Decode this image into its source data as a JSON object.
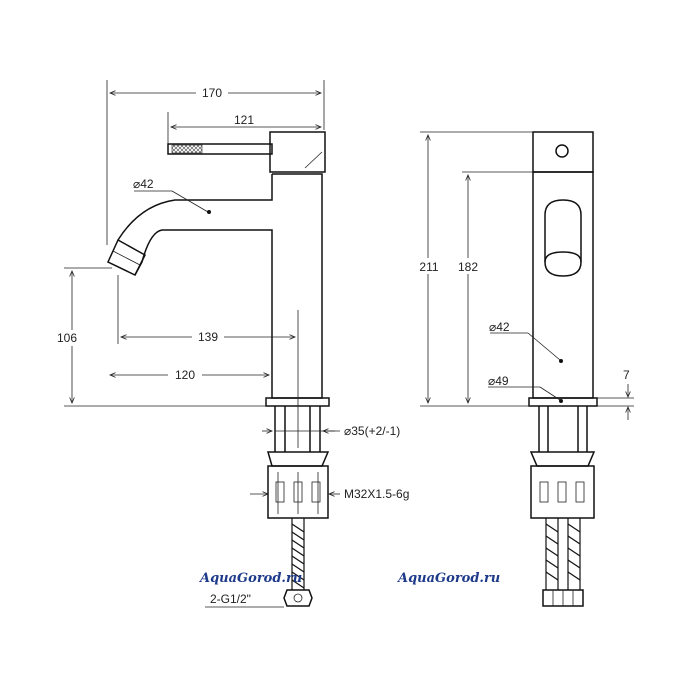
{
  "dimensions": {
    "total_length": "170",
    "handle_length": "121",
    "spout_diameter": "⌀42",
    "total_height": "211",
    "body_height": "182",
    "body_diameter": "⌀42",
    "base_diameter": "⌀49",
    "base_height": "7",
    "spout_height": "106",
    "spout_reach_139": "139",
    "spout_reach_120": "120",
    "hole_diameter": "⌀35(+2/-1)",
    "thread": "M32X1.5-6g",
    "hose_connection": "2-G1/2\""
  },
  "watermarks": [
    "AquaGorod.ru",
    "AquaGorod.ru"
  ],
  "colors": {
    "line": "#111111",
    "watermark": "#1e3a8a",
    "background": "#ffffff"
  }
}
